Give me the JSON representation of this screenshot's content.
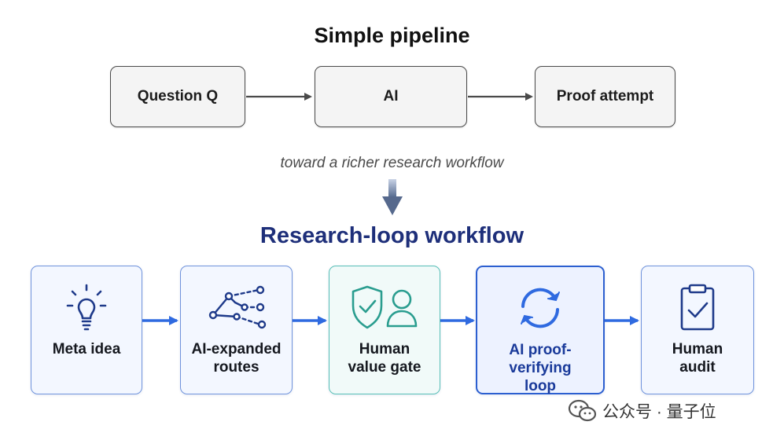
{
  "simple_pipeline": {
    "title": "Simple pipeline",
    "steps": [
      "Question Q",
      "AI",
      "Proof attempt"
    ]
  },
  "transition_text": "toward a richer research workflow",
  "research_loop": {
    "title": "Research-loop workflow",
    "stages": [
      {
        "label": "Meta idea",
        "icon": "lightbulb-icon"
      },
      {
        "label": "AI-expanded\nroutes",
        "icon": "branching-routes-icon"
      },
      {
        "label": "Human\nvalue gate",
        "icon": "shield-person-icon"
      },
      {
        "label": "AI proof-verifying\nloop",
        "icon": "refresh-cycle-icon"
      },
      {
        "label": "Human\naudit",
        "icon": "clipboard-check-icon"
      }
    ]
  },
  "watermark": {
    "text": "公众号 · 量子位",
    "icon": "wechat-icon"
  },
  "colors": {
    "arrow_blue": "#2f6ae0",
    "arrow_gray": "#4a4a4a",
    "title_navy": "#1e2f7a",
    "icon_navy": "#1e3a8a",
    "teal": "#2a9d8f"
  }
}
